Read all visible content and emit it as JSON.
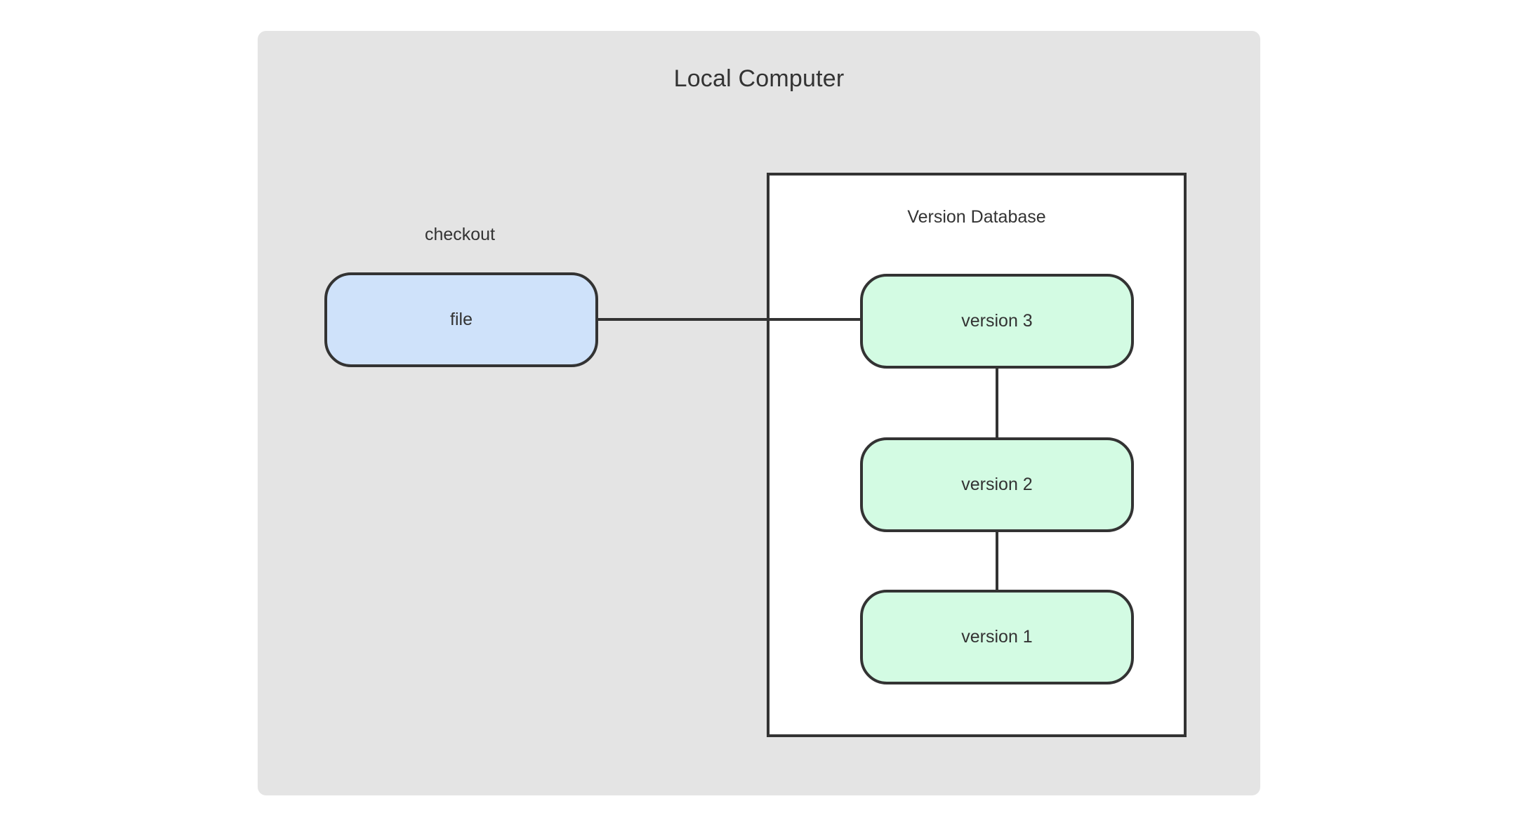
{
  "diagram": {
    "type": "flowchart",
    "title": "Local Computer",
    "background_color": "#ffffff",
    "container": {
      "label": "Local Computer",
      "fill": "#e4e4e4"
    },
    "subgraph": {
      "label": "Version Database",
      "fill": "#ffffff",
      "stroke": "#333333"
    },
    "labels": {
      "checkout": "checkout"
    },
    "nodes": [
      {
        "id": "file",
        "label": "file",
        "fill": "#cfe2fa",
        "stroke": "#333333",
        "shape": "stadium",
        "group": "local"
      },
      {
        "id": "version3",
        "label": "version 3",
        "fill": "#d3fbe3",
        "stroke": "#333333",
        "shape": "stadium",
        "group": "version-database"
      },
      {
        "id": "version2",
        "label": "version 2",
        "fill": "#d3fbe3",
        "stroke": "#333333",
        "shape": "stadium",
        "group": "version-database"
      },
      {
        "id": "version1",
        "label": "version 1",
        "fill": "#d3fbe3",
        "stroke": "#333333",
        "shape": "stadium",
        "group": "version-database"
      }
    ],
    "edges": [
      {
        "from": "file",
        "to": "version3",
        "label": "",
        "style": "solid"
      },
      {
        "from": "version3",
        "to": "version2",
        "label": "",
        "style": "solid"
      },
      {
        "from": "version2",
        "to": "version1",
        "label": "",
        "style": "solid"
      }
    ]
  }
}
